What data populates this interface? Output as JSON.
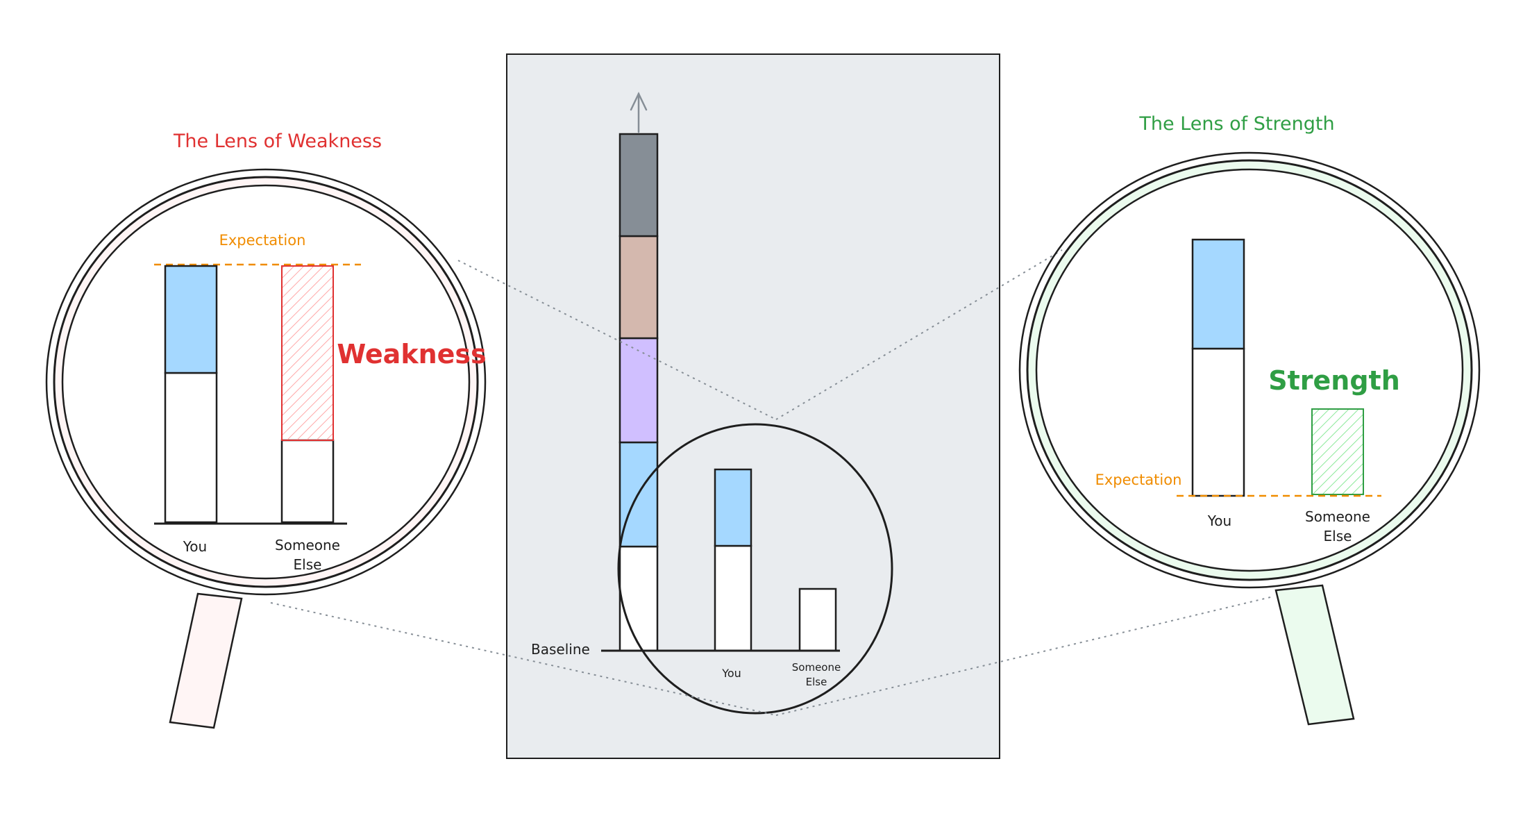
{
  "colors": {
    "weakness": "#e03131",
    "strength": "#2f9e44",
    "expectation": "#f08c00",
    "ink": "#1e1e1e",
    "panel_bg": "#e9ecef",
    "blue": "#a5d8ff",
    "purple": "#d0bfff",
    "brown": "#d4b8ae",
    "gray": "#868e96",
    "lens_weak_fill": "#fff5f5",
    "lens_strong_fill": "#ebfbee"
  },
  "left_lens": {
    "title": "The Lens of Weakness",
    "expectation_label": "Expectation",
    "callout": "Weakness",
    "bar_labels": {
      "you": "You",
      "someone_line1": "Someone",
      "someone_line2": "Else"
    }
  },
  "right_lens": {
    "title": "The Lens of Strength",
    "expectation_label": "Expectation",
    "callout": "Strength",
    "bar_labels": {
      "you": "You",
      "someone_line1": "Someone",
      "someone_line2": "Else"
    }
  },
  "center_panel": {
    "baseline_label": "Baseline",
    "bar_labels": {
      "you": "You",
      "someone_line1": "Someone",
      "someone_line2": "Else"
    }
  }
}
